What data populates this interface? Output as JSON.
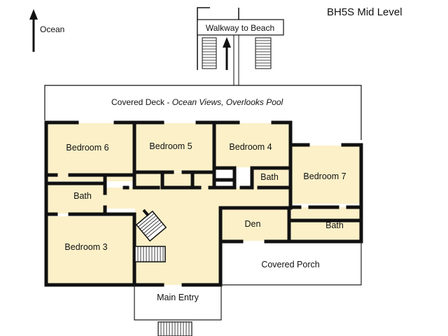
{
  "title": "BH5S Mid Level",
  "compass": {
    "label": "Ocean"
  },
  "labels": {
    "walkway": "Walkway to Beach",
    "deck": "Covered Deck - ",
    "deck_italic": "Ocean Views, Overlooks Pool",
    "bedroom6": "Bedroom 6",
    "bedroom5": "Bedroom 5",
    "bedroom4": "Bedroom 4",
    "bedroom7": "Bedroom 7",
    "bedroom3": "Bedroom 3",
    "bath_left": "Bath",
    "bath_mid": "Bath",
    "bath_right": "Bath",
    "den": "Den",
    "porch": "Covered Porch",
    "entry": "Main Entry"
  },
  "colors": {
    "room_fill": "#fbf0c8",
    "wall": "#111111",
    "thin_wall": "#222222",
    "background": "#ffffff"
  }
}
